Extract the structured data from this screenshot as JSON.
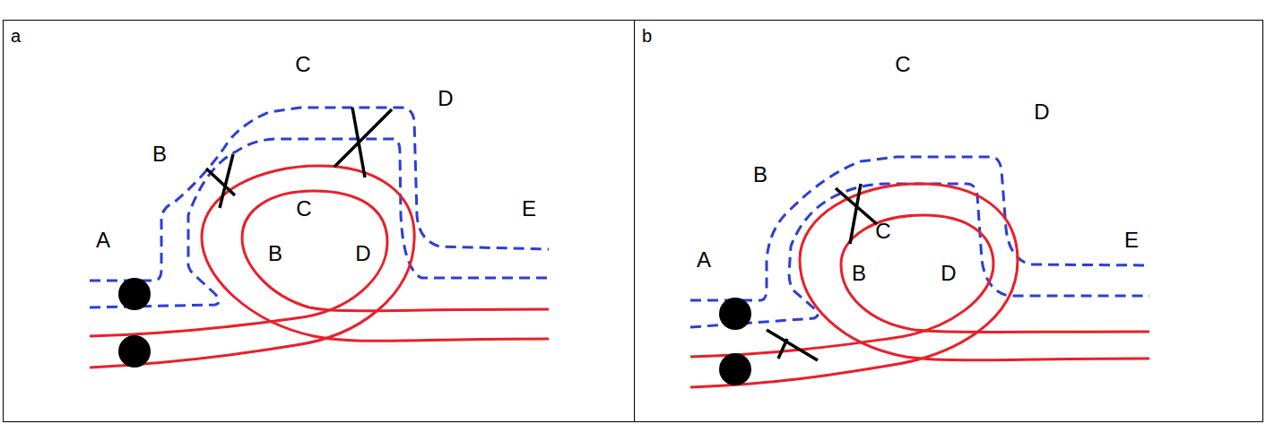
{
  "diagram": {
    "nodes": [
      {
        "text": [
          "a"
        ]
      },
      {
        "text": [
          "b"
        ]
      }
    ],
    "labels": [
      "C",
      "D",
      "B",
      "A",
      "E",
      "C",
      "B",
      "D",
      "C",
      "D",
      "B",
      "A",
      "E",
      "C",
      "B",
      "D"
    ]
  }
}
